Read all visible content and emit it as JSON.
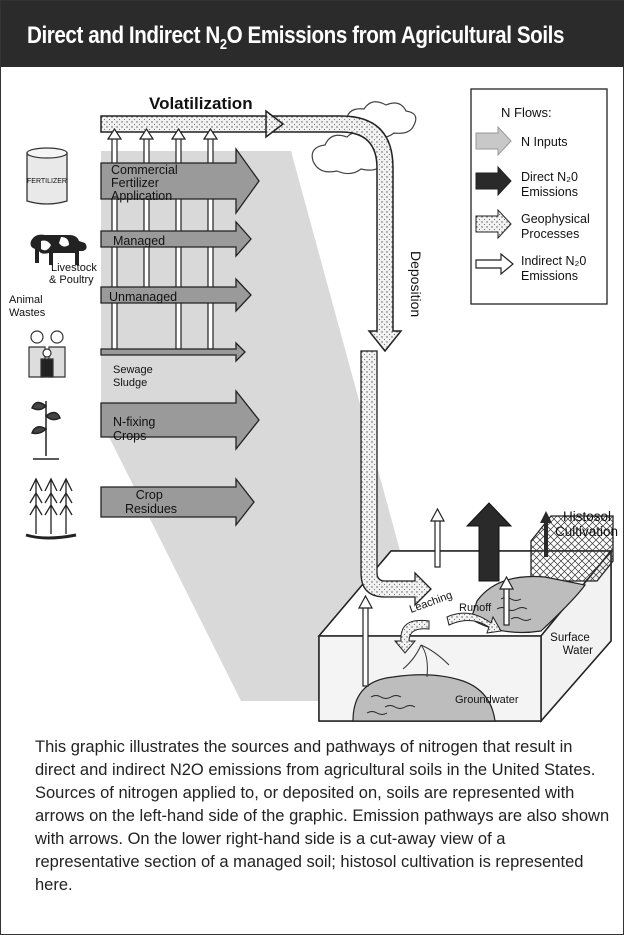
{
  "title": {
    "pre": "Direct and Indirect N",
    "sub": "2",
    "post": "O Emissions from Agricultural Soils"
  },
  "volatilization": "Volatilization",
  "deposition": "Deposition",
  "legend": {
    "heading": "N Flows:",
    "items": [
      {
        "label1": "N Inputs",
        "label2": ""
      },
      {
        "label1": "Direct N₂0",
        "label2": "Emissions"
      },
      {
        "label1": "Geophysical",
        "label2": "Processes"
      },
      {
        "label1": "Indirect N₂0",
        "label2": "Emissions"
      }
    ]
  },
  "sources": {
    "fertilizer_bag": "FERTILIZER",
    "commercial": [
      "Commercial",
      "Fertilizer",
      "Application"
    ],
    "managed": "Managed",
    "livestock": [
      "Livestock",
      "& Poultry"
    ],
    "unmanaged": "Unmanaged",
    "animal_wastes": [
      "Animal",
      "Wastes"
    ],
    "sewage": [
      "Sewage",
      "Sludge"
    ],
    "nfixing": [
      "N-fixing",
      "Crops"
    ],
    "residues": [
      "Crop",
      "Residues"
    ]
  },
  "soil": {
    "histosol": [
      "Histosol",
      "Cultivation"
    ],
    "leaching": "Leaching",
    "runoff": "Runoff",
    "surface_water": [
      "Surface",
      "Water"
    ],
    "groundwater": "Groundwater"
  },
  "caption": "This graphic illustrates the sources and pathways of nitrogen that result in direct and indirect N2O emissions from agricultural soils in the United States. Sources of nitrogen applied to, or deposited on, soils are represented with arrows on the left-hand side of the graphic. Emission pathways are also shown with arrows. On the lower right-hand side is a cut-away view of a representative section of a managed soil; histosol cultivation is represented here.",
  "colors": {
    "title_bar": "#2b2b2b",
    "n_input": "#999999",
    "shadow": "#d9d9d9",
    "direct": "#2a2a2a"
  }
}
